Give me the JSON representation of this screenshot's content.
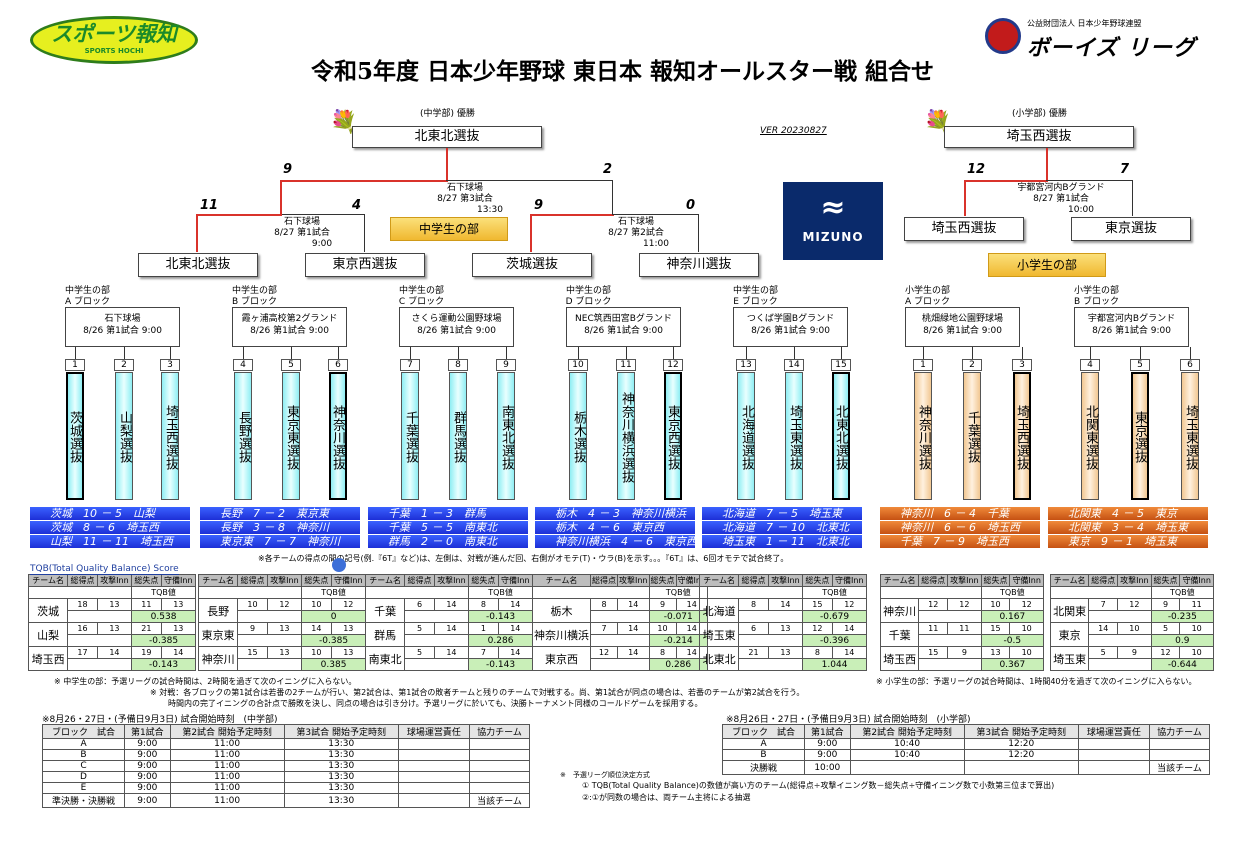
{
  "header": {
    "logo_left": "スポーツ報知",
    "logo_left_sub": "SPORTS HOCHI",
    "logo_right_sub": "公益財団法人 日本少年野球連盟",
    "logo_right": "ボーイズ リーグ",
    "title": "令和5年度 日本少年野球 東日本 報知オールスター戦 組合せ",
    "version": "VER 20230827"
  },
  "junior": {
    "caption": "(中学部) 優勝",
    "champion": "北東北選抜",
    "final": {
      "venue": "石下球場",
      "date": "8/27 第3試合",
      "time": "13:30",
      "left_score": "9",
      "right_score": "2"
    },
    "semi1": {
      "venue": "石下球場",
      "date": "8/27 第1試合",
      "time": "9:00",
      "left_score": "11",
      "right_score": "4",
      "left": "北東北選抜",
      "right": "東京西選抜"
    },
    "semi2": {
      "venue": "石下球場",
      "date": "8/27 第2試合",
      "time": "11:00",
      "left_score": "9",
      "right_score": "0",
      "left": "茨城選抜",
      "right": "神奈川選抜"
    },
    "label": "中学生の部"
  },
  "elementary": {
    "caption": "(小学部) 優勝",
    "champion": "埼玉西選抜",
    "final": {
      "venue": "宇都宮河内Bグランド",
      "date": "8/27 第1試合",
      "time": "10:00",
      "left_score": "12",
      "right_score": "7",
      "left": "埼玉西選抜",
      "right": "東京選抜"
    },
    "label": "小学生の部"
  },
  "blocks": [
    {
      "head": "中学生の部",
      "block": "A ブロック",
      "venue": "石下球場",
      "date": "8/26 第1試合 9:00"
    },
    {
      "head": "中学生の部",
      "block": "B ブロック",
      "venue": "霞ヶ浦高校第2グランド",
      "date": "8/26 第1試合 9:00"
    },
    {
      "head": "中学生の部",
      "block": "C ブロック",
      "venue": "さくら運動公園野球場",
      "date": "8/26 第1試合 9:00"
    },
    {
      "head": "中学生の部",
      "block": "D ブロック",
      "venue": "NEC筑西田宮Bグランド",
      "date": "8/26 第1試合 9:00"
    },
    {
      "head": "中学生の部",
      "block": "E ブロック",
      "venue": "つくば学園Bグランド",
      "date": "8/26 第1試合 9:00"
    },
    {
      "head": "小学生の部",
      "block": "A ブロック",
      "venue": "桃畑緑地公園野球場",
      "date": "8/26 第1試合 9:00"
    },
    {
      "head": "小学生の部",
      "block": "B ブロック",
      "venue": "宇都宮河内Bグランド",
      "date": "8/26 第1試合 9:00"
    }
  ],
  "teams": [
    {
      "n": "1",
      "name": "茨城選抜"
    },
    {
      "n": "2",
      "name": "山梨選抜"
    },
    {
      "n": "3",
      "name": "埼玉西選抜"
    },
    {
      "n": "4",
      "name": "長野選抜"
    },
    {
      "n": "5",
      "name": "東京東選抜"
    },
    {
      "n": "6",
      "name": "神奈川選抜"
    },
    {
      "n": "7",
      "name": "千葉選抜"
    },
    {
      "n": "8",
      "name": "群馬選抜"
    },
    {
      "n": "9",
      "name": "南東北選抜"
    },
    {
      "n": "10",
      "name": "栃木選抜"
    },
    {
      "n": "11",
      "name": "神奈川横浜選抜"
    },
    {
      "n": "12",
      "name": "東京西選抜"
    },
    {
      "n": "13",
      "name": "北海道選抜"
    },
    {
      "n": "14",
      "name": "埼玉東選抜"
    },
    {
      "n": "15",
      "name": "北東北選抜"
    },
    {
      "n": "1",
      "name": "神奈川選抜"
    },
    {
      "n": "2",
      "name": "千葉選抜"
    },
    {
      "n": "3",
      "name": "埼玉西選抜"
    },
    {
      "n": "4",
      "name": "北関東選抜"
    },
    {
      "n": "5",
      "name": "東京選抜"
    },
    {
      "n": "6",
      "name": "埼玉東選抜"
    }
  ],
  "results": [
    [
      "茨城　10 － 5　山梨",
      "茨城　8 － 6　埼玉西",
      "山梨　11 － 11　埼玉西"
    ],
    [
      "長野　7 － 2　東京東",
      "長野　3 － 8　神奈川",
      "東京東　7 － 7　神奈川"
    ],
    [
      "千葉　1 － 3　群馬",
      "千葉　5 － 5　南東北",
      "群馬　2 － 0　南東北"
    ],
    [
      "栃木　4 － 3　神奈川横浜",
      "栃木　4 － 6　東京西",
      "神奈川横浜　4 － 6　東京西"
    ],
    [
      "北海道　7 － 5　埼玉東",
      "北海道　7 － 10　北東北",
      "埼玉東　1 － 11　北東北"
    ],
    [
      "神奈川　6 － 4　千葉",
      "神奈川　6 － 6　埼玉西",
      "千葉　7 － 9　埼玉西"
    ],
    [
      "北関東　4 － 5　東京",
      "北関東　3 － 4　埼玉東",
      "東京　9 － 1　埼玉東"
    ]
  ],
  "notes": {
    "order": "※各チームの得点の間の記号(例.『6T』など)は、左側は、対戦が進んだ回、右側がオモテ(T)・ウラ(B)を示す。。。『6T』は、6回オモテで試合終了。",
    "tqb_title": "TQB(Total Quality Balance) Score",
    "jr_rule": "※ 中学生の部：予選リーグの試合時間は、2時間を過ぎて次のイニングに入らない。",
    "el_rule": "※ 小学生の部：予選リーグの試合時間は、1時間40分を過ぎて次のイニングに入らない。",
    "match1": "※ 対戦：各ブロックの第1試合は若番の2チームが行い、第2試合は、第1試合の敗者チームと残りのチームで対戦する。尚、第1試合が同点の場合は、若番のチームが第2試合を行う。",
    "match2": "時間内の完了イニングの合計点で勝敗を決し、同点の場合は引き分け。予選リーグに於いても、決勝トーナメント同様のコールドゲームを採用する。",
    "tie_head": "※　予選リーグ順位決定方式",
    "tie1": "① TQB(Total Quality Balance)の数値が高い方のチーム(総得点÷攻撃イニング数－総失点÷守備イニング数で小数第三位まで算出)",
    "tie2": "②:①が同数の場合は、両チーム主将による抽選"
  },
  "tqb_headers": [
    "チーム名",
    "総得点",
    "攻撃Inn",
    "総失点",
    "守備Inn",
    "TQB値"
  ],
  "tqb_groups": [
    [
      {
        "team": "茨城",
        "v": [
          "18",
          "13",
          "11",
          "13"
        ],
        "tqb": "0.538"
      },
      {
        "team": "山梨",
        "v": [
          "16",
          "13",
          "21",
          "13"
        ],
        "tqb": "-0.385"
      },
      {
        "team": "埼玉西",
        "v": [
          "17",
          "14",
          "19",
          "14"
        ],
        "tqb": "-0.143"
      }
    ],
    [
      {
        "team": "長野",
        "v": [
          "10",
          "12",
          "10",
          "12"
        ],
        "tqb": "0"
      },
      {
        "team": "東京東",
        "v": [
          "9",
          "13",
          "14",
          "13"
        ],
        "tqb": "-0.385"
      },
      {
        "team": "神奈川",
        "v": [
          "15",
          "13",
          "10",
          "13"
        ],
        "tqb": "0.385"
      }
    ],
    [
      {
        "team": "千葉",
        "v": [
          "6",
          "14",
          "8",
          "14"
        ],
        "tqb": "-0.143"
      },
      {
        "team": "群馬",
        "v": [
          "5",
          "14",
          "1",
          "14"
        ],
        "tqb": "0.286"
      },
      {
        "team": "南東北",
        "v": [
          "5",
          "14",
          "7",
          "14"
        ],
        "tqb": "-0.143"
      }
    ],
    [
      {
        "team": "栃木",
        "v": [
          "8",
          "14",
          "9",
          "14"
        ],
        "tqb": "-0.071"
      },
      {
        "team": "神奈川横浜",
        "v": [
          "7",
          "14",
          "10",
          "14"
        ],
        "tqb": "-0.214"
      },
      {
        "team": "東京西",
        "v": [
          "12",
          "14",
          "8",
          "14"
        ],
        "tqb": "0.286"
      }
    ],
    [
      {
        "team": "北海道",
        "v": [
          "8",
          "14",
          "15",
          "12"
        ],
        "tqb": "-0.679"
      },
      {
        "team": "埼玉東",
        "v": [
          "6",
          "13",
          "12",
          "14"
        ],
        "tqb": "-0.396"
      },
      {
        "team": "北東北",
        "v": [
          "21",
          "13",
          "8",
          "14"
        ],
        "tqb": "1.044"
      }
    ],
    [
      {
        "team": "神奈川",
        "v": [
          "12",
          "12",
          "10",
          "12"
        ],
        "tqb": "0.167"
      },
      {
        "team": "千葉",
        "v": [
          "11",
          "11",
          "15",
          "10"
        ],
        "tqb": "-0.5"
      },
      {
        "team": "埼玉西",
        "v": [
          "15",
          "9",
          "13",
          "10"
        ],
        "tqb": "0.367"
      }
    ],
    [
      {
        "team": "北関東",
        "v": [
          "7",
          "12",
          "9",
          "11"
        ],
        "tqb": "-0.235"
      },
      {
        "team": "東京",
        "v": [
          "14",
          "10",
          "5",
          "10"
        ],
        "tqb": "0.9"
      },
      {
        "team": "埼玉東",
        "v": [
          "5",
          "9",
          "12",
          "10"
        ],
        "tqb": "-0.644"
      }
    ]
  ],
  "schedule_jr": {
    "title": "※8月26・27日・(予備日9月3日) 試合開始時刻　(中学部)",
    "h": [
      "ブロック　試合",
      "第1試合",
      "第2試合 開始予定時刻",
      "第3試合 開始予定時刻",
      "球場運営責任",
      "協力チーム"
    ],
    "rows": [
      [
        "A",
        "9:00",
        "11:00",
        "13:30",
        "",
        ""
      ],
      [
        "B",
        "9:00",
        "11:00",
        "13:30",
        "",
        ""
      ],
      [
        "C",
        "9:00",
        "11:00",
        "13:30",
        "",
        ""
      ],
      [
        "D",
        "9:00",
        "11:00",
        "13:30",
        "",
        ""
      ],
      [
        "E",
        "9:00",
        "11:00",
        "13:30",
        "",
        ""
      ],
      [
        "準決勝・決勝戦",
        "9:00",
        "11:00",
        "13:30",
        "",
        "当該チーム"
      ]
    ]
  },
  "schedule_el": {
    "title": "※8月26日・27日・(予備日9月3日) 試合開始時刻　(小学部)",
    "h": [
      "ブロック　試合",
      "第1試合",
      "第2試合 開始予定時刻",
      "第3試合 開始予定時刻",
      "球場運営責任",
      "協力チーム"
    ],
    "rows": [
      [
        "A",
        "9:00",
        "10:40",
        "12:20",
        "",
        ""
      ],
      [
        "B",
        "9:00",
        "10:40",
        "12:20",
        "",
        ""
      ],
      [
        "決勝戦",
        "10:00",
        "",
        "",
        "",
        "当該チーム"
      ]
    ]
  }
}
